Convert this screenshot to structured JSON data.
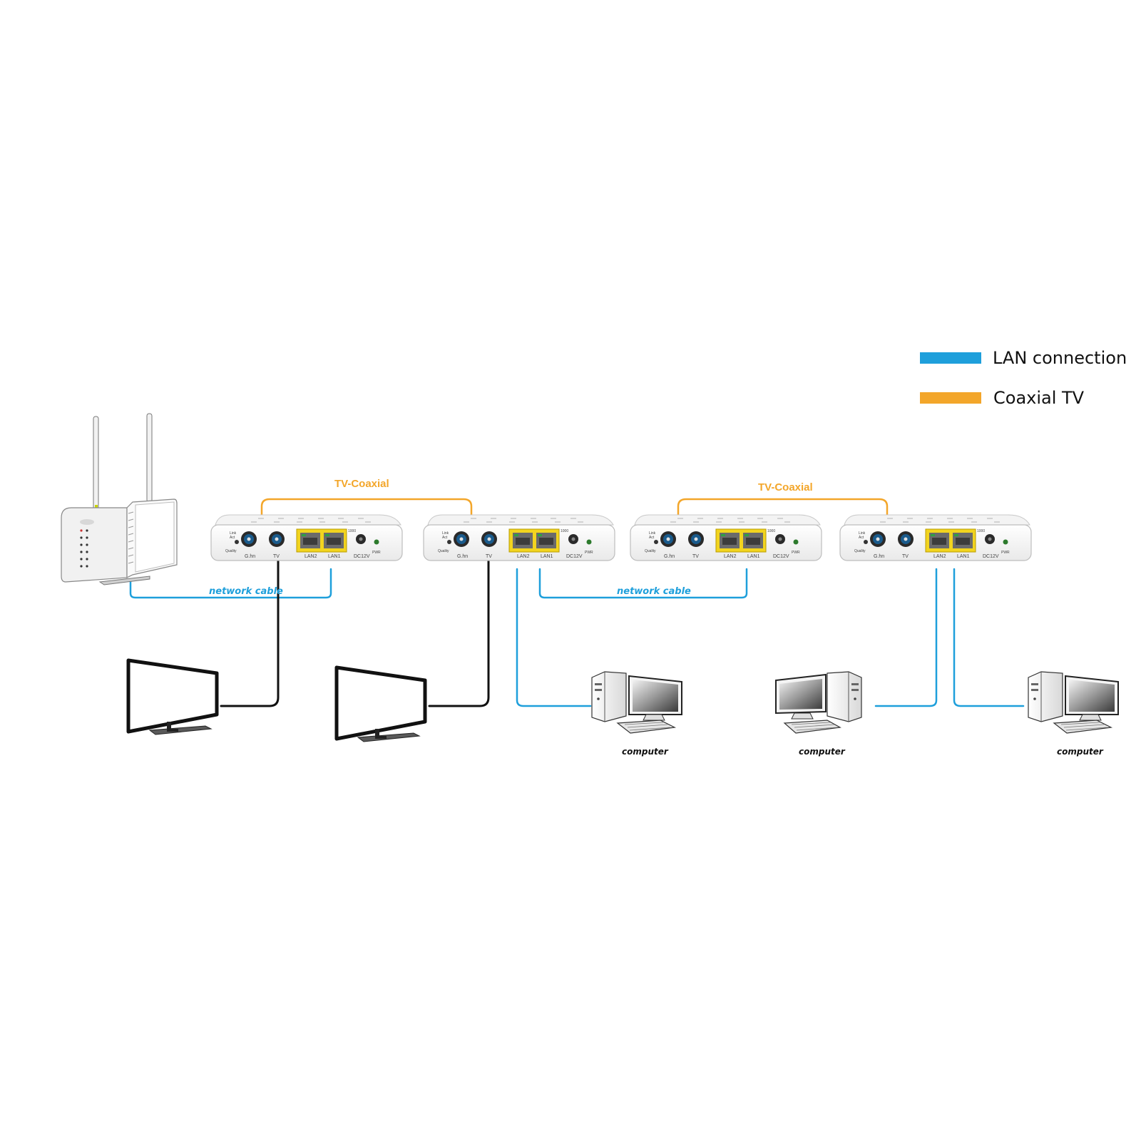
{
  "colors": {
    "lan": "#1e9fdb",
    "coax": "#f3a62a",
    "tv_cable": "#111111",
    "port_yellow": "#f2d41f"
  },
  "legend": [
    {
      "label": "LAN connection",
      "color": "#1e9fdb"
    },
    {
      "label": "Coaxial TV",
      "color": "#f3a62a"
    }
  ],
  "coax_labels": [
    "TV-Coaxial",
    "TV-Coaxial"
  ],
  "cable_labels": [
    "network cable",
    "network cable"
  ],
  "computer_labels": [
    "computer",
    "computer",
    "computer"
  ],
  "adapter_ports": {
    "ghn": "G.hn",
    "tv": "TV",
    "lan2": "LAN2",
    "lan1": "LAN1",
    "dc": "DC12V",
    "pwr": "PWR",
    "link": "Link",
    "act": "Act",
    "quality": "Quality",
    "speed": "1000"
  },
  "icons": [
    "router-icon",
    "tv-icon",
    "computer-icon"
  ]
}
